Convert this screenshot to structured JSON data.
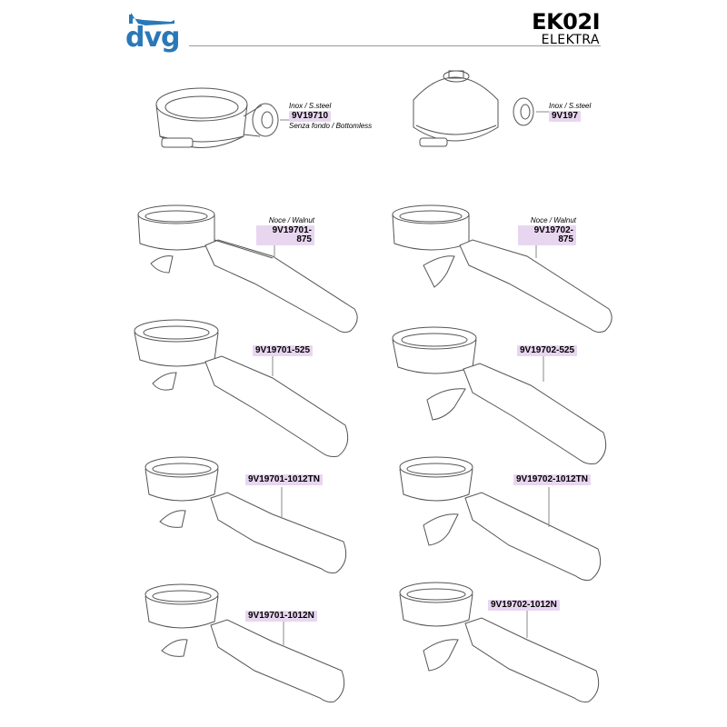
{
  "header": {
    "brand": "dvg",
    "model": "EK02I",
    "series": "ELEKTRA"
  },
  "colors": {
    "brand_blue": "#2a78b8",
    "label_highlight": "#e8d6f0",
    "line_gray": "#999999"
  },
  "parts": {
    "p1": {
      "material": "Inox / S.steel",
      "code": "9V19710",
      "note": "Senza fondo / Bottomless"
    },
    "p2": {
      "material": "Inox / S.steel",
      "code": "9V197"
    },
    "p3": {
      "material": "Noce / Walnut",
      "code": "9V19701-875"
    },
    "p4": {
      "material": "Noce / Walnut",
      "code": "9V19702-875"
    },
    "p5": {
      "code": "9V19701-525"
    },
    "p6": {
      "code": "9V19702-525"
    },
    "p7": {
      "code": "9V19701-1012TN"
    },
    "p8": {
      "code": "9V19702-1012TN"
    },
    "p9": {
      "code": "9V19701-1012N"
    },
    "p10": {
      "code": "9V19702-1012N"
    }
  }
}
